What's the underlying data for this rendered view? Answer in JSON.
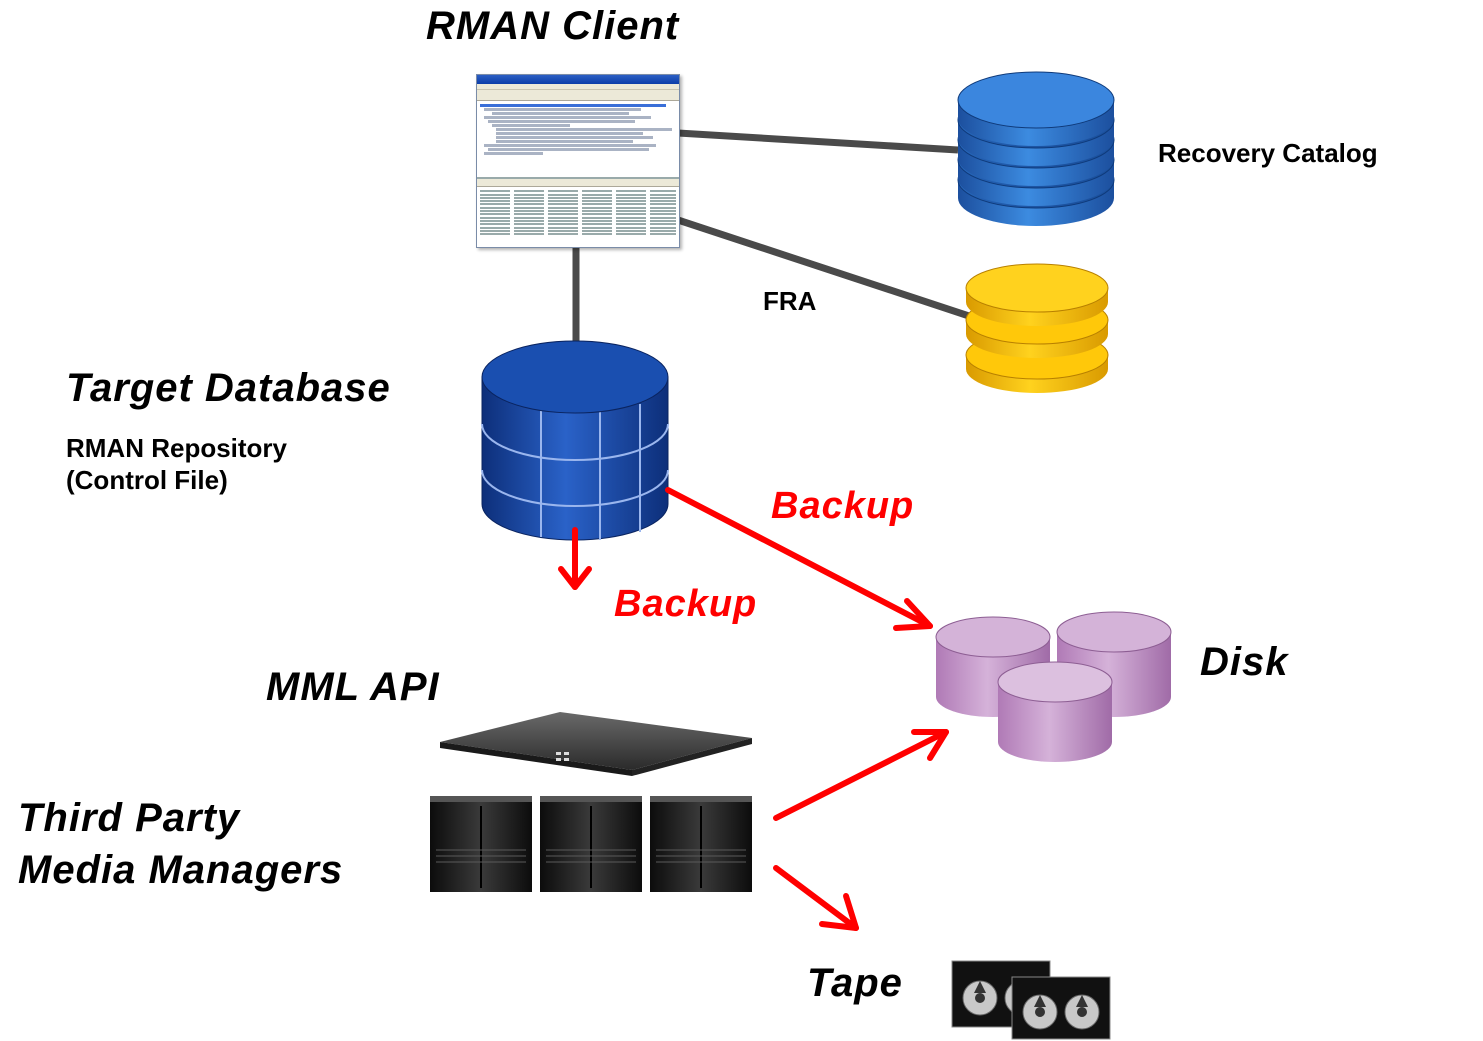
{
  "labels": {
    "rman_client": "RMAN Client",
    "recovery_catalog": "Recovery Catalog",
    "fra": "FRA",
    "target_database": "Target Database",
    "rman_repository": "RMAN Repository",
    "control_file": "(Control File)",
    "backup_to_disk": "Backup",
    "backup_down": "Backup",
    "disk": "Disk",
    "mml_api": "MML API",
    "third_party_line1": "Third Party",
    "third_party_line2": "Media Managers",
    "tape": "Tape"
  },
  "colors": {
    "connector": "#4a4a4a",
    "backup_arrow": "#ff0000",
    "backup_text": "#ff0000",
    "recovery_catalog_db": "#2a6fc9",
    "fra_db": "#f5c000",
    "target_db": "#1a4fb0",
    "disk_cylinders": "#c49ac9",
    "servers": "#1a1a1a"
  }
}
